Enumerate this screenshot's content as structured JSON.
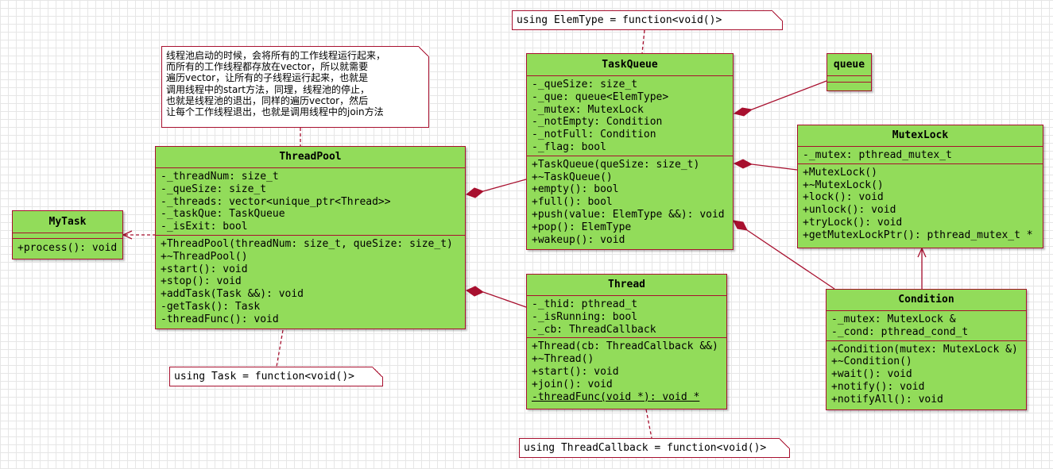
{
  "classes": {
    "mytask": {
      "name": "MyTask",
      "attributes": [],
      "methods": [
        "+process(): void"
      ]
    },
    "threadpool": {
      "name": "ThreadPool",
      "attributes": [
        "-_threadNum: size_t",
        "-_queSize: size_t",
        "-_threads: vector<unique_ptr<Thread>>",
        "-_taskQue: TaskQueue",
        "-_isExit: bool"
      ],
      "methods": [
        "+ThreadPool(threadNum: size_t, queSize: size_t)",
        "+~ThreadPool()",
        "+start(): void",
        "+stop(): void",
        "+addTask(Task &&): void",
        "-getTask(): Task",
        "-threadFunc(): void"
      ]
    },
    "taskqueue": {
      "name": "TaskQueue",
      "attributes": [
        "-_queSize: size_t",
        "-_que: queue<ElemType>",
        "-_mutex: MutexLock",
        "-_notEmpty: Condition",
        "-_notFull: Condition",
        "-_flag: bool"
      ],
      "methods": [
        "+TaskQueue(queSize: size_t)",
        "+~TaskQueue()",
        "+empty(): bool",
        "+full(): bool",
        "+push(value: ElemType &&): void",
        "+pop(): ElemType",
        "+wakeup(): void"
      ]
    },
    "queue": {
      "name": "queue",
      "attributes": [],
      "methods": []
    },
    "mutexlock": {
      "name": "MutexLock",
      "attributes": [
        "-_mutex: pthread_mutex_t"
      ],
      "methods": [
        "+MutexLock()",
        "+~MutexLock()",
        "+lock(): void",
        "+unlock(): void",
        "+tryLock(): void",
        "+getMutexLockPtr(): pthread_mutex_t *"
      ]
    },
    "thread": {
      "name": "Thread",
      "attributes": [
        "-_thid: pthread_t",
        "-_isRunning: bool",
        "-_cb: ThreadCallback"
      ],
      "methods": [
        "+Thread(cb: ThreadCallback &&)",
        "+~Thread()",
        "+start(): void",
        "+join(): void",
        "-threadFunc(void *): void *"
      ]
    },
    "condition": {
      "name": "Condition",
      "attributes": [
        "-_mutex: MutexLock &",
        "-_cond: pthread_cond_t"
      ],
      "methods": [
        "+Condition(mutex: MutexLock &)",
        "+~Condition()",
        "+wait(): void",
        "+notify(): void",
        "+notifyAll(): void"
      ]
    }
  },
  "notes": {
    "elemtype": "using ElemType = function<void()>",
    "task": "using Task = function<void()>",
    "threadcallback": "using ThreadCallback = function<void()>",
    "threadpool_desc": [
      "线程池启动的时候，会将所有的工作线程运行起来，",
      "而所有的工作线程都存放在vector，所以就需要",
      "遍历vector，让所有的子线程运行起来，也就是",
      "调用线程中的start方法，同理，线程池的停止，",
      "也就是线程池的退出，同样的遍历vector，然后",
      "让每个工作线程退出，也就是调用线程中的join方法"
    ]
  },
  "colors": {
    "class_fill": "#92dc5a",
    "line": "#a8102f",
    "note_fill": "#ffffff"
  }
}
